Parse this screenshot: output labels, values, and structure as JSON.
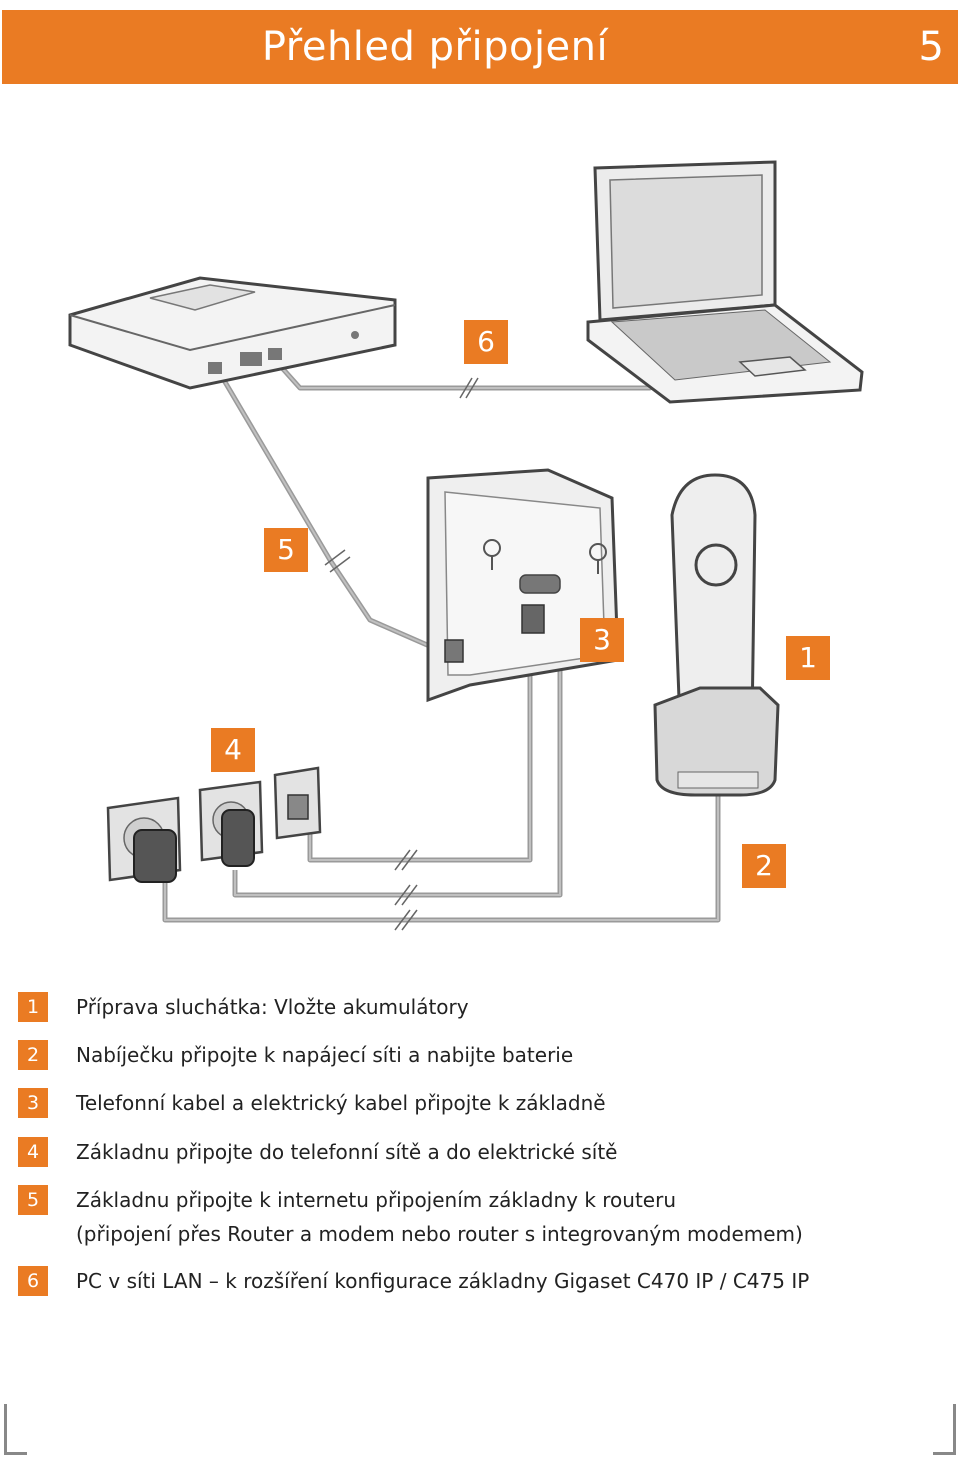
{
  "header": {
    "title": "Přehled připojení",
    "page_number": "5",
    "color": "#ea7b23"
  },
  "diagram": {
    "callouts": [
      "6",
      "5",
      "3",
      "1",
      "4",
      "2"
    ]
  },
  "steps": [
    {
      "num": "1",
      "text": "Příprava sluchátka: Vložte akumulátory"
    },
    {
      "num": "2",
      "text": "Nabíječku připojte k napájecí síti a nabijte baterie"
    },
    {
      "num": "3",
      "text": "Telefonní kabel a elektrický kabel připojte k základně"
    },
    {
      "num": "4",
      "text": "Základnu připojte do telefonní sítě a do elektrické sítě"
    },
    {
      "num": "5",
      "text": "Základnu připojte k internetu připojením základny k routeru",
      "text2": "(připojení přes Router a modem nebo router s integrovaným modemem)"
    },
    {
      "num": "6",
      "text": "PC v síti LAN – k rozšíření konfigurace základny Gigaset C470 IP / C475 IP"
    }
  ]
}
